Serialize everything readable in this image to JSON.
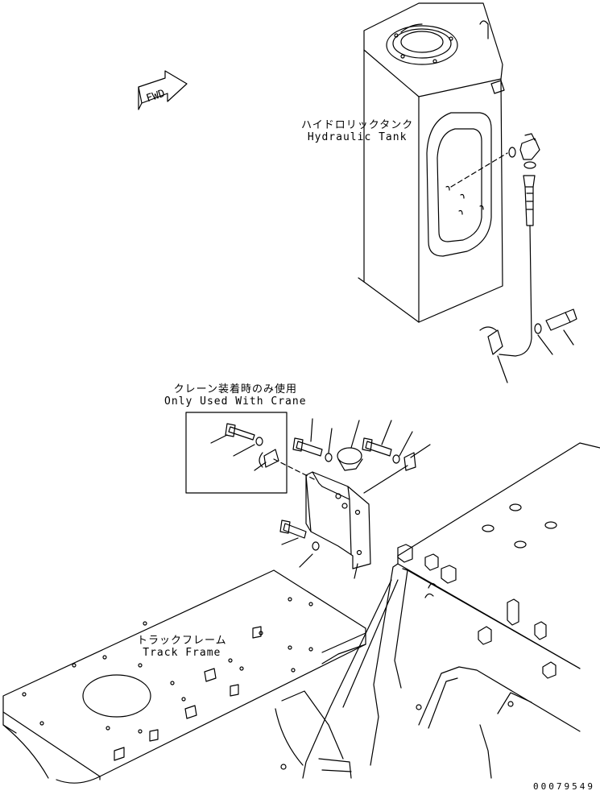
{
  "labels": {
    "hydraulic_tank_jp": "ハイドロリックタンク",
    "hydraulic_tank_en": "Hydraulic Tank",
    "crane_jp": "クレーン装着時のみ使用",
    "crane_en": "Only Used With Crane",
    "track_frame_jp": "トラックフレーム",
    "track_frame_en": "Track Frame",
    "fwd": "FWD",
    "drawing_number": "00079549"
  },
  "colors": {
    "line": "#000000",
    "background": "#ffffff"
  }
}
